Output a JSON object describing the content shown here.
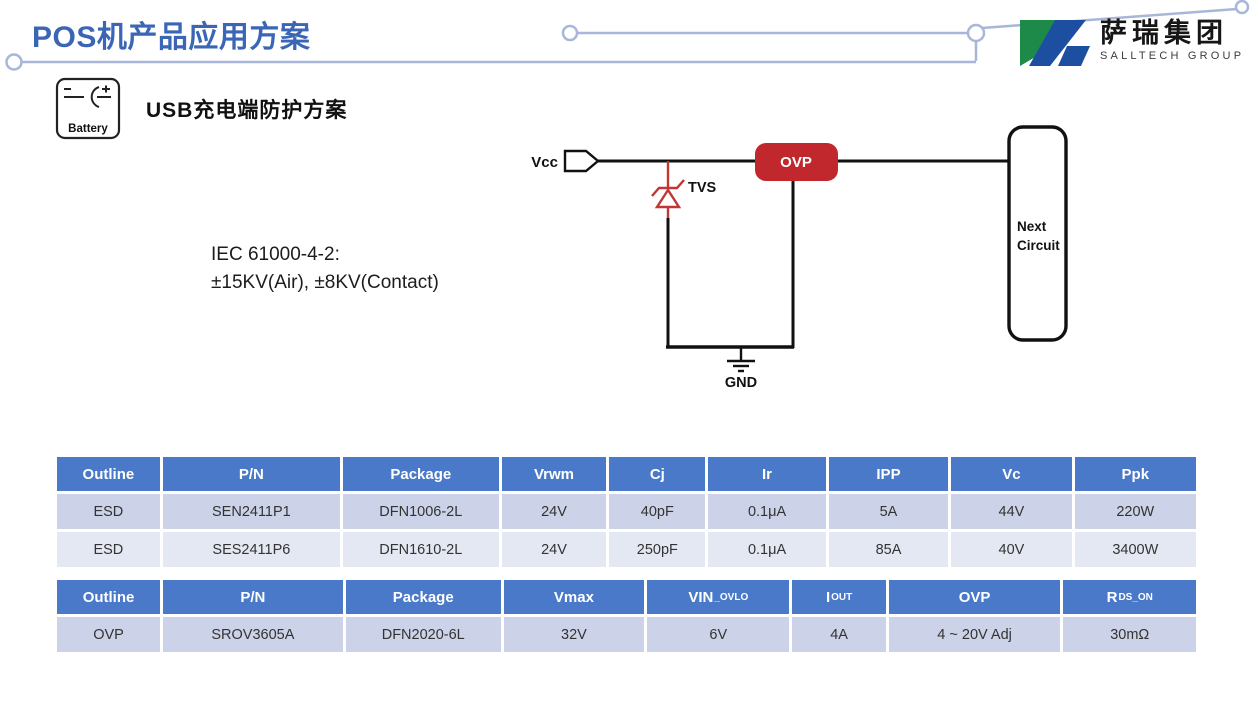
{
  "slide": {
    "title": "POS机产品应用方案",
    "section_heading": "USB充电端防护方案",
    "battery_icon_label": "Battery",
    "iec_note_line1": "IEC 61000-4-2:",
    "iec_note_line2": "±15KV(Air), ±8KV(Contact)"
  },
  "logo": {
    "cn": "萨瑞集团",
    "en": "SALLTECH GROUP",
    "mark_green": "#1e8a4a",
    "mark_blue": "#1d4fa1"
  },
  "circuit": {
    "vcc_label": "Vcc",
    "tvs_label": "TVS",
    "ovp_label": "OVP",
    "next_circuit_line1": "Next",
    "next_circuit_line2": "Circuit",
    "gnd_label": "GND",
    "colors": {
      "wire": "#111111",
      "tvs_red": "#c23634",
      "ovp_fill": "#c0282d",
      "deco_line": "#a8b6d9"
    }
  },
  "tables": [
    {
      "headers": [
        {
          "label": "Outline"
        },
        {
          "label": "P/N"
        },
        {
          "label": "Package"
        },
        {
          "label": "Vrwm"
        },
        {
          "label": "Cj"
        },
        {
          "label": "Ir"
        },
        {
          "label": "IPP"
        },
        {
          "label": "Vc"
        },
        {
          "label": "Ppk"
        }
      ],
      "rows": [
        [
          "ESD",
          "SEN2411P1",
          "DFN1006-2L",
          "24V",
          "40pF",
          "0.1μA",
          "5A",
          "44V",
          "220W"
        ],
        [
          "ESD",
          "SES2411P6",
          "DFN1610-2L",
          "24V",
          "250pF",
          "0.1μA",
          "85A",
          "40V",
          "3400W"
        ]
      ]
    },
    {
      "headers": [
        {
          "label": "Outline"
        },
        {
          "label": "P/N"
        },
        {
          "label": "Package"
        },
        {
          "label": "Vmax"
        },
        {
          "label": "VIN",
          "sub": "_OVLO"
        },
        {
          "label": "I",
          "sub": "OUT"
        },
        {
          "label": "OVP"
        },
        {
          "label": "R",
          "sub": "DS_ON"
        }
      ],
      "rows": [
        [
          "OVP",
          "SROV3605A",
          "DFN2020-6L",
          "32V",
          "6V",
          "4A",
          "4 ~ 20V Adj",
          "30mΩ"
        ]
      ]
    }
  ]
}
